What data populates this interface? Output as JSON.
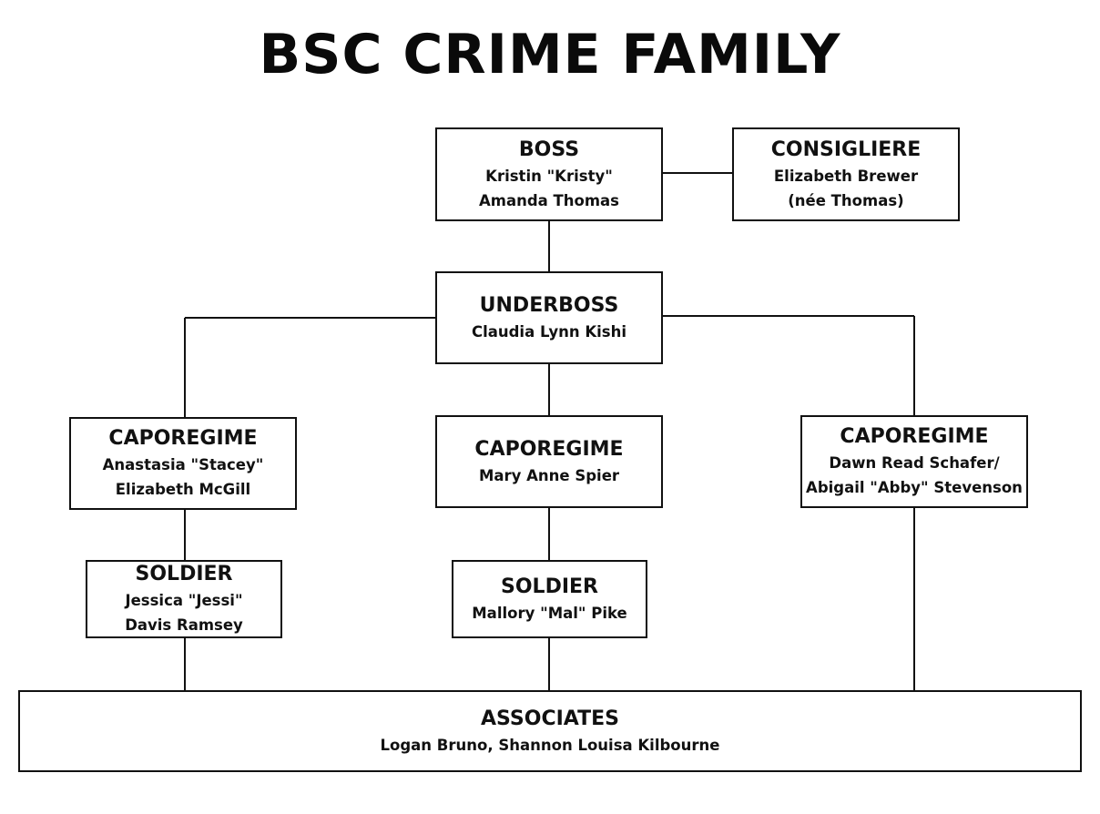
{
  "title": "BSC CRIME FAMILY",
  "nodes": {
    "boss": {
      "role": "BOSS",
      "name_lines": [
        "Kristin \"Kristy\"",
        "Amanda Thomas"
      ]
    },
    "consigliere": {
      "role": "CONSIGLIERE",
      "name_lines": [
        "Elizabeth Brewer",
        "(née Thomas)"
      ]
    },
    "underboss": {
      "role": "UNDERBOSS",
      "name_lines": [
        "Claudia Lynn Kishi"
      ]
    },
    "caporegime_left": {
      "role": "CAPOREGIME",
      "name_lines": [
        "Anastasia \"Stacey\"",
        "Elizabeth McGill"
      ]
    },
    "caporegime_center": {
      "role": "CAPOREGIME",
      "name_lines": [
        "Mary Anne Spier"
      ]
    },
    "caporegime_right": {
      "role": "CAPOREGIME",
      "name_lines": [
        "Dawn Read Schafer/",
        "Abigail \"Abby\" Stevenson"
      ]
    },
    "soldier_left": {
      "role": "SOLDIER",
      "name_lines": [
        "Jessica \"Jessi\"",
        "Davis Ramsey"
      ]
    },
    "soldier_center": {
      "role": "SOLDIER",
      "name_lines": [
        "Mallory \"Mal\" Pike"
      ]
    },
    "associates": {
      "role": "ASSOCIATES",
      "name_lines": [
        "Logan Bruno, Shannon Louisa Kilbourne"
      ]
    }
  }
}
